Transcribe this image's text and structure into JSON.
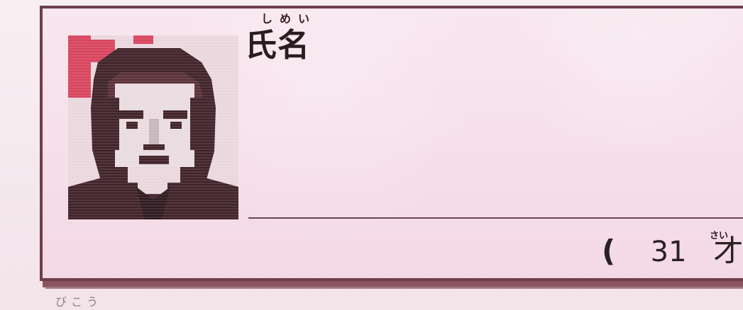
{
  "header": {
    "name_ruby": "しめい",
    "name_label": "氏名"
  },
  "age": {
    "open": "(",
    "value": "31",
    "unit": "才",
    "ruby": "さい"
  },
  "footer": {
    "ruby": "びこう"
  },
  "icons": {
    "portrait": "person-portrait-icon"
  },
  "colors": {
    "card_border": "#6f3e4b",
    "card_fill": "#f6e3eb",
    "line": "#694654",
    "accent_red": "#d0405a"
  }
}
